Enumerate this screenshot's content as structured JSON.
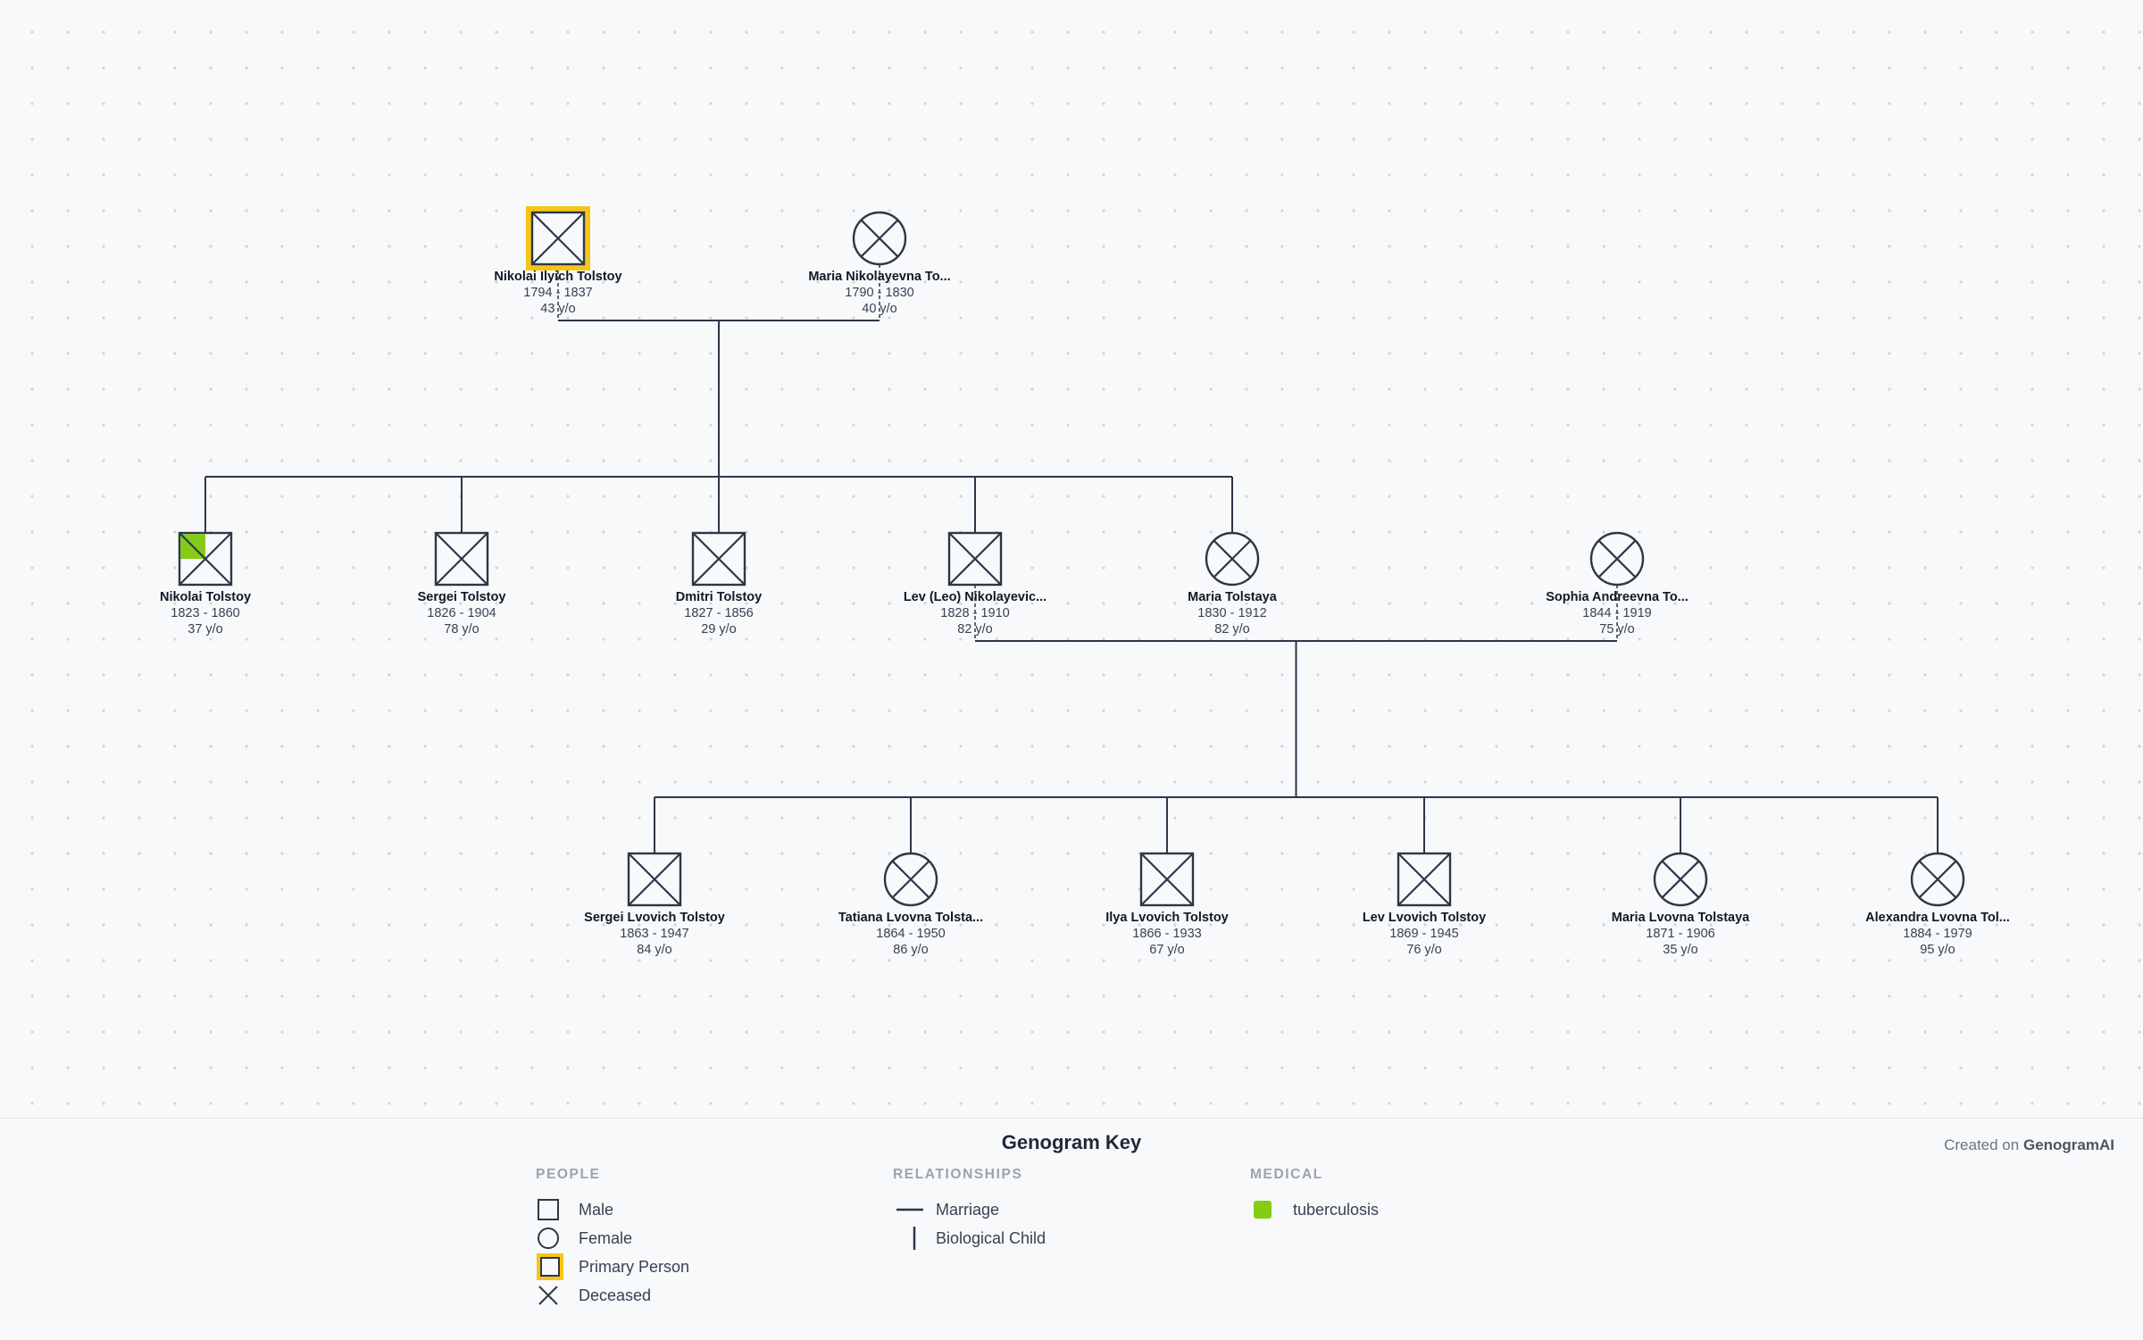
{
  "diagram": {
    "people": [
      {
        "id": "p1",
        "name": "Nikolai Ilyich Tolstoy",
        "dates": "1794 - 1837",
        "age": "43 y/o",
        "sex": "male",
        "deceased": true,
        "primary": true,
        "medical": []
      },
      {
        "id": "p2",
        "name": "Maria Nikolayevna To...",
        "dates": "1790 - 1830",
        "age": "40 y/o",
        "sex": "female",
        "deceased": true,
        "primary": false,
        "medical": []
      },
      {
        "id": "p3",
        "name": "Nikolai Tolstoy",
        "dates": "1823 - 1860",
        "age": "37 y/o",
        "sex": "male",
        "deceased": true,
        "primary": false,
        "medical": [
          "tuberculosis"
        ]
      },
      {
        "id": "p4",
        "name": "Sergei Tolstoy",
        "dates": "1826 - 1904",
        "age": "78 y/o",
        "sex": "male",
        "deceased": true,
        "primary": false,
        "medical": []
      },
      {
        "id": "p5",
        "name": "Dmitri Tolstoy",
        "dates": "1827 - 1856",
        "age": "29 y/o",
        "sex": "male",
        "deceased": true,
        "primary": false,
        "medical": []
      },
      {
        "id": "p6",
        "name": "Lev (Leo) Nikolayevic...",
        "dates": "1828 - 1910",
        "age": "82 y/o",
        "sex": "male",
        "deceased": true,
        "primary": false,
        "medical": []
      },
      {
        "id": "p7",
        "name": "Maria Tolstaya",
        "dates": "1830 - 1912",
        "age": "82 y/o",
        "sex": "female",
        "deceased": true,
        "primary": false,
        "medical": []
      },
      {
        "id": "p8",
        "name": "Sophia Andreevna To...",
        "dates": "1844 - 1919",
        "age": "75 y/o",
        "sex": "female",
        "deceased": true,
        "primary": false,
        "medical": []
      },
      {
        "id": "p9",
        "name": "Sergei Lvovich Tolstoy",
        "dates": "1863 - 1947",
        "age": "84 y/o",
        "sex": "male",
        "deceased": true,
        "primary": false,
        "medical": []
      },
      {
        "id": "p10",
        "name": "Tatiana Lvovna Tolsta...",
        "dates": "1864 - 1950",
        "age": "86 y/o",
        "sex": "female",
        "deceased": true,
        "primary": false,
        "medical": []
      },
      {
        "id": "p11",
        "name": "Ilya Lvovich Tolstoy",
        "dates": "1866 - 1933",
        "age": "67 y/o",
        "sex": "male",
        "deceased": true,
        "primary": false,
        "medical": []
      },
      {
        "id": "p12",
        "name": "Lev Lvovich Tolstoy",
        "dates": "1869 - 1945",
        "age": "76 y/o",
        "sex": "male",
        "deceased": true,
        "primary": false,
        "medical": []
      },
      {
        "id": "p13",
        "name": "Maria Lvovna Tolstaya",
        "dates": "1871 - 1906",
        "age": "35 y/o",
        "sex": "female",
        "deceased": true,
        "primary": false,
        "medical": []
      },
      {
        "id": "p14",
        "name": "Alexandra Lvovna Tol...",
        "dates": "1884 - 1979",
        "age": "95 y/o",
        "sex": "female",
        "deceased": true,
        "primary": false,
        "medical": []
      }
    ],
    "marriages": [
      {
        "partners": [
          "p1",
          "p2"
        ],
        "children": [
          "p3",
          "p4",
          "p5",
          "p6",
          "p7"
        ]
      },
      {
        "partners": [
          "p6",
          "p8"
        ],
        "children": [
          "p9",
          "p10",
          "p11",
          "p12",
          "p13",
          "p14"
        ]
      }
    ]
  },
  "key": {
    "title": "Genogram Key",
    "credit_prefix": "Created on",
    "credit_brand": "GenogramAI",
    "people": {
      "heading": "PEOPLE",
      "male": "Male",
      "female": "Female",
      "primary": "Primary Person",
      "deceased": "Deceased"
    },
    "relationships": {
      "heading": "RELATIONSHIPS",
      "marriage": "Marriage",
      "child": "Biological Child"
    },
    "medical": {
      "heading": "MEDICAL",
      "items": [
        {
          "label": "tuberculosis",
          "color": "#84cc16"
        }
      ]
    }
  },
  "colors": {
    "line": "#2d3748",
    "primary_highlight": "#f5c518",
    "tuberculosis": "#84cc16"
  }
}
